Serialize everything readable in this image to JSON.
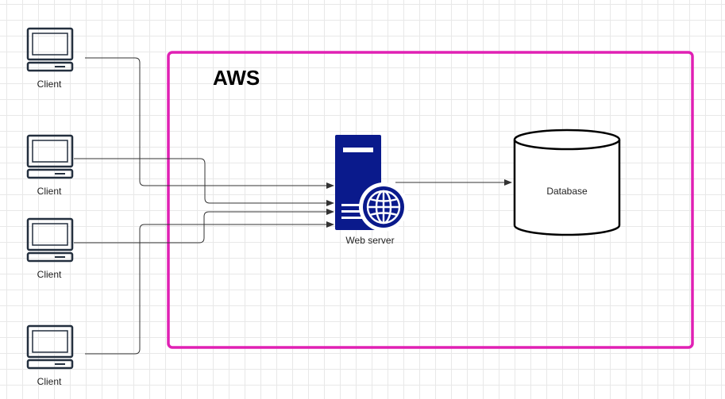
{
  "diagram": {
    "group": {
      "title": "AWS",
      "border_color": "#e020b4"
    },
    "clients": [
      {
        "label": "Client"
      },
      {
        "label": "Client"
      },
      {
        "label": "Client"
      },
      {
        "label": "Client"
      }
    ],
    "web_server": {
      "label": "Web server",
      "icon": "web-server-icon",
      "color": "#0a1a8c"
    },
    "database": {
      "label": "Database",
      "icon": "database-cylinder"
    },
    "connector_color": "#333333"
  }
}
